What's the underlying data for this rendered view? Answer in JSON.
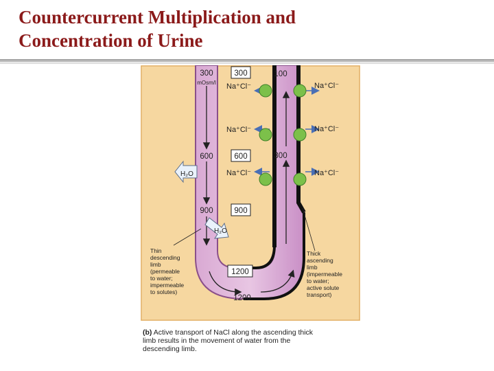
{
  "title": {
    "line1": "Countercurrent Multiplication and",
    "line2": "Concentration of Urine"
  },
  "figure": {
    "osm_labels": {
      "desc_top": "300",
      "units": "mOsm/l",
      "desc_mid": "600",
      "desc_low": "900",
      "bottom_inner": "1200",
      "bottom_outer": "1200",
      "asc_top": "100",
      "asc_mid": "300"
    },
    "interstitial_boxes": [
      "300",
      "600",
      "900",
      "1200"
    ],
    "nacl_left": [
      "Na⁺Cl⁻",
      "Na⁺Cl⁻",
      "Na⁺Cl⁻"
    ],
    "nacl_right": [
      "Na⁺Cl⁻",
      "Na⁺Cl⁻",
      "Na⁺Cl⁻"
    ],
    "water_labels": [
      "H₂O",
      "H₂O"
    ],
    "thin_label": [
      "Thin",
      "descending",
      "limb",
      "(permeable",
      "to water;",
      "impermeable",
      "to solutes)"
    ],
    "thick_label": [
      "Thick",
      "ascending",
      "limb",
      "(impermeable",
      "to water;",
      "active solute",
      "transport)"
    ],
    "colors": {
      "background": "#f6d7a0",
      "thin_limb": "#c78bc6",
      "thick_limb": "#b689c4",
      "pump": "#7cc04a",
      "membrane": "#1a1a1a"
    }
  },
  "caption": {
    "part": "(b)",
    "text": "Active transport of NaCl along the ascending thick limb results in the movement of water from the descending limb."
  }
}
